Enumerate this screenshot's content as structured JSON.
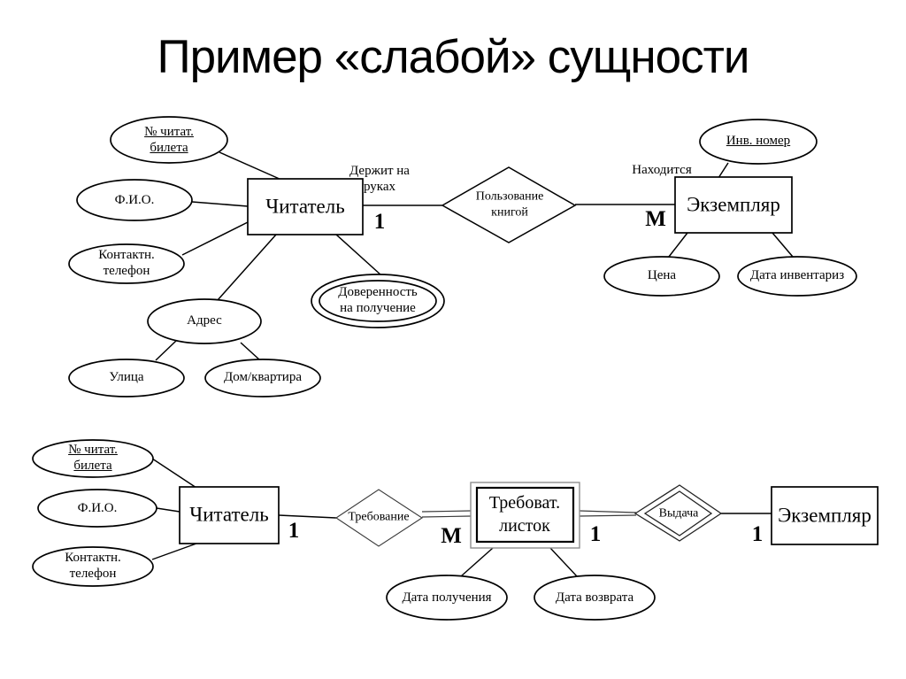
{
  "title": "Пример «слабой» сущности",
  "top": {
    "reader_entity": "Читатель",
    "instance_entity": "Экземпляр",
    "relationship": "Пользование\nкнигой",
    "role_left": "Держит на\nруках",
    "role_right": "Находится",
    "card_left": "1",
    "card_right": "М",
    "attrs": {
      "ticket": "№ читат.\nбилета",
      "fio": "Ф.И.О.",
      "phone": "Контактн.\nтелефон",
      "address": "Адрес",
      "street": "Улица",
      "house": "Дом/квартира",
      "proxy": "Доверенность\nна получение",
      "inv_number": "Инв. номер",
      "price": "Цена",
      "inv_date": "Дата инвентариз"
    }
  },
  "bottom": {
    "reader_entity": "Читатель",
    "instance_entity": "Экземпляр",
    "weak_entity": "Требоват.\nлисток",
    "rel_request": "Требование",
    "rel_issue": "Выдача",
    "card_reader": "1",
    "card_request_m": "М",
    "card_listok": "1",
    "card_instance": "1",
    "attrs": {
      "ticket": "№ читат.\nбилета",
      "fio": "Ф.И.О.",
      "phone": "Контактн.\nтелефон",
      "date_received": "Дата получения",
      "date_return": "Дата возврата"
    }
  },
  "colors": {
    "ink": "#000000",
    "thin": "#3a3a3a",
    "weak_outer": "#8f8f8f",
    "background": "#ffffff"
  }
}
